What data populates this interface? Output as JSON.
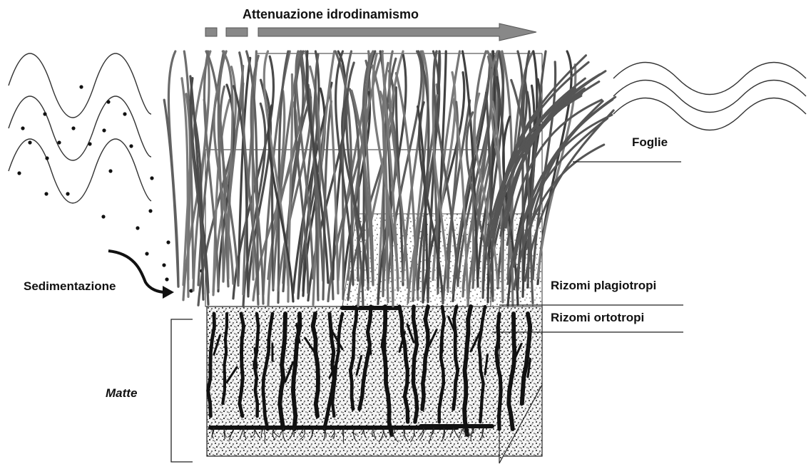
{
  "labels": {
    "title": "Attenuazione idrodinamismo",
    "leaves": "Foglie",
    "sedimentation": "Sedimentazione",
    "rhizomes_plagiotropic": "Rizomi plagiotropi",
    "rhizomes_orthotropic": "Rizomi ortotropi",
    "matte": "Matte"
  }
}
